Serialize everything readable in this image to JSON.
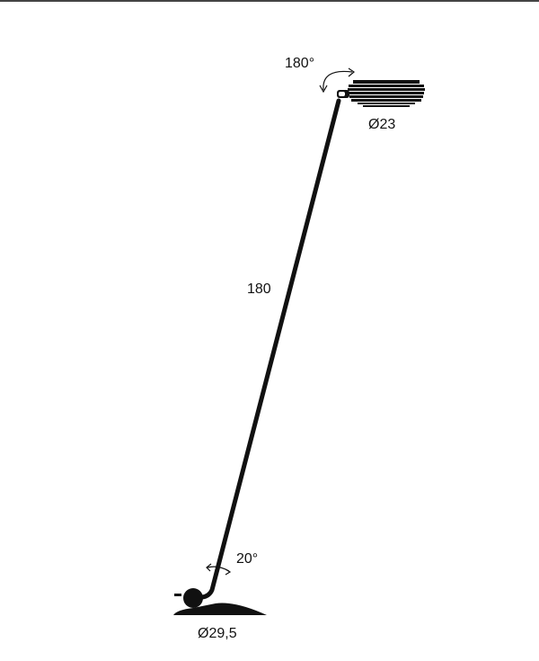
{
  "diagram": {
    "rotation_head": "180°",
    "head_diameter": "Ø23",
    "height": "180",
    "rotation_base": "20°",
    "base_diameter": "Ø29,5"
  },
  "colors": {
    "line": "#111111",
    "frame": "#444444"
  }
}
